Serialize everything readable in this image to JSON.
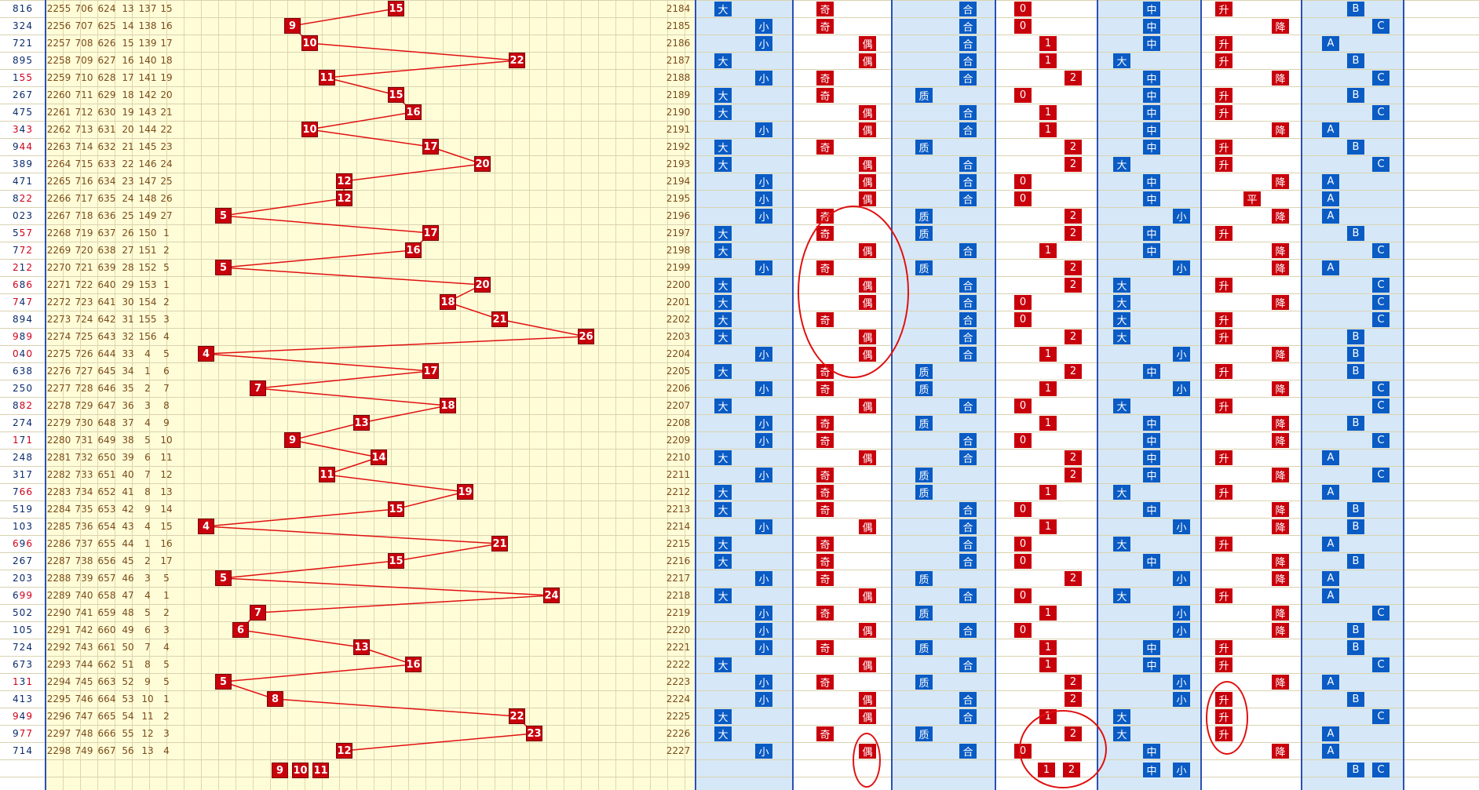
{
  "rows": [
    {
      "code": "816",
      "rc": [],
      "p": 2255,
      "a": 706,
      "b": 624,
      "c": 13,
      "d": 137,
      "e": 15,
      "ball": 15,
      "n": 2184,
      "dx": "大",
      "jo": "奇",
      "zh": "合",
      "l3": 0,
      "zdx": "中",
      "sj": "升",
      "abc": "B"
    },
    {
      "code": "324",
      "rc": [],
      "p": 2256,
      "a": 707,
      "b": 625,
      "c": 14,
      "d": 138,
      "e": 16,
      "ball": 9,
      "n": 2185,
      "dx": "小",
      "jo": "奇",
      "zh": "合",
      "l3": 0,
      "zdx": "中",
      "sj": "降",
      "abc": "C"
    },
    {
      "code": "721",
      "rc": [],
      "p": 2257,
      "a": 708,
      "b": 626,
      "c": 15,
      "d": 139,
      "e": 17,
      "ball": 10,
      "n": 2186,
      "dx": "小",
      "jo": "偶",
      "zh": "合",
      "l3": 1,
      "zdx": "中",
      "sj": "升",
      "abc": "A"
    },
    {
      "code": "895",
      "rc": [],
      "p": 2258,
      "a": 709,
      "b": 627,
      "c": 16,
      "d": 140,
      "e": 18,
      "ball": 22,
      "n": 2187,
      "dx": "大",
      "jo": "偶",
      "zh": "合",
      "l3": 1,
      "zdx": "大",
      "sj": "升",
      "abc": "B"
    },
    {
      "code": "155",
      "rc": [
        1,
        2
      ],
      "p": 2259,
      "a": 710,
      "b": 628,
      "c": 17,
      "d": 141,
      "e": 19,
      "ball": 11,
      "n": 2188,
      "dx": "小",
      "jo": "奇",
      "zh": "合",
      "l3": 2,
      "zdx": "中",
      "sj": "降",
      "abc": "C"
    },
    {
      "code": "267",
      "rc": [],
      "p": 2260,
      "a": 711,
      "b": 629,
      "c": 18,
      "d": 142,
      "e": 20,
      "ball": 15,
      "n": 2189,
      "dx": "大",
      "jo": "奇",
      "zh": "质",
      "l3": 0,
      "zdx": "中",
      "sj": "升",
      "abc": "B"
    },
    {
      "code": "475",
      "rc": [],
      "p": 2261,
      "a": 712,
      "b": 630,
      "c": 19,
      "d": 143,
      "e": 21,
      "ball": 16,
      "n": 2190,
      "dx": "大",
      "jo": "偶",
      "zh": "合",
      "l3": 1,
      "zdx": "中",
      "sj": "升",
      "abc": "C"
    },
    {
      "code": "343",
      "rc": [
        0,
        2
      ],
      "p": 2262,
      "a": 713,
      "b": 631,
      "c": 20,
      "d": 144,
      "e": 22,
      "ball": 10,
      "n": 2191,
      "dx": "小",
      "jo": "偶",
      "zh": "合",
      "l3": 1,
      "zdx": "中",
      "sj": "降",
      "abc": "A"
    },
    {
      "code": "944",
      "rc": [
        1,
        2
      ],
      "p": 2263,
      "a": 714,
      "b": 632,
      "c": 21,
      "d": 145,
      "e": 23,
      "ball": 17,
      "n": 2192,
      "dx": "大",
      "jo": "奇",
      "zh": "质",
      "l3": 2,
      "zdx": "中",
      "sj": "升",
      "abc": "B"
    },
    {
      "code": "389",
      "rc": [],
      "p": 2264,
      "a": 715,
      "b": 633,
      "c": 22,
      "d": 146,
      "e": 24,
      "ball": 20,
      "n": 2193,
      "dx": "大",
      "jo": "偶",
      "zh": "合",
      "l3": 2,
      "zdx": "大",
      "sj": "升",
      "abc": "C"
    },
    {
      "code": "471",
      "rc": [],
      "p": 2265,
      "a": 716,
      "b": 634,
      "c": 23,
      "d": 147,
      "e": 25,
      "ball": 12,
      "n": 2194,
      "dx": "小",
      "jo": "偶",
      "zh": "合",
      "l3": 0,
      "zdx": "中",
      "sj": "降",
      "abc": "A"
    },
    {
      "code": "822",
      "rc": [
        1,
        2
      ],
      "p": 2266,
      "a": 717,
      "b": 635,
      "c": 24,
      "d": 148,
      "e": 26,
      "ball": 12,
      "n": 2195,
      "dx": "小",
      "jo": "偶",
      "zh": "合",
      "l3": 0,
      "zdx": "中",
      "sj": "平",
      "abc": "A"
    },
    {
      "code": "023",
      "rc": [],
      "p": 2267,
      "a": 718,
      "b": 636,
      "c": 25,
      "d": 149,
      "e": 27,
      "ball": 5,
      "n": 2196,
      "dx": "小",
      "jo": "奇",
      "zh": "质",
      "l3": 2,
      "zdx": "小",
      "sj": "降",
      "abc": "A"
    },
    {
      "code": "557",
      "rc": [
        1,
        2
      ],
      "p": 2268,
      "a": 719,
      "b": 637,
      "c": 26,
      "d": 150,
      "e": 1,
      "ball": 17,
      "n": 2197,
      "dx": "大",
      "jo": "奇",
      "zh": "质",
      "l3": 2,
      "zdx": "中",
      "sj": "升",
      "abc": "B"
    },
    {
      "code": "772",
      "rc": [
        1,
        2
      ],
      "p": 2269,
      "a": 720,
      "b": 638,
      "c": 27,
      "d": 151,
      "e": 2,
      "ball": 16,
      "n": 2198,
      "dx": "大",
      "jo": "偶",
      "zh": "合",
      "l3": 1,
      "zdx": "中",
      "sj": "降",
      "abc": "C"
    },
    {
      "code": "212",
      "rc": [
        0,
        2
      ],
      "p": 2270,
      "a": 721,
      "b": 639,
      "c": 28,
      "d": 152,
      "e": 5,
      "ball": 5,
      "n": 2199,
      "dx": "小",
      "jo": "奇",
      "zh": "质",
      "l3": 2,
      "zdx": "小",
      "sj": "降",
      "abc": "A"
    },
    {
      "code": "686",
      "rc": [
        0,
        2
      ],
      "p": 2271,
      "a": 722,
      "b": 640,
      "c": 29,
      "d": 153,
      "e": 1,
      "ball": 20,
      "n": 2200,
      "dx": "大",
      "jo": "偶",
      "zh": "合",
      "l3": 2,
      "zdx": "大",
      "sj": "升",
      "abc": "C"
    },
    {
      "code": "747",
      "rc": [
        0,
        2
      ],
      "p": 2272,
      "a": 723,
      "b": 641,
      "c": 30,
      "d": 154,
      "e": 2,
      "ball": 18,
      "n": 2201,
      "dx": "大",
      "jo": "偶",
      "zh": "合",
      "l3": 0,
      "zdx": "大",
      "sj": "降",
      "abc": "C"
    },
    {
      "code": "894",
      "rc": [],
      "p": 2273,
      "a": 724,
      "b": 642,
      "c": 31,
      "d": 155,
      "e": 3,
      "ball": 21,
      "n": 2202,
      "dx": "大",
      "jo": "奇",
      "zh": "合",
      "l3": 0,
      "zdx": "大",
      "sj": "升",
      "abc": "C"
    },
    {
      "code": "989",
      "rc": [
        0,
        2
      ],
      "p": 2274,
      "a": 725,
      "b": 643,
      "c": 32,
      "d": 156,
      "e": 4,
      "ball": 26,
      "n": 2203,
      "dx": "大",
      "jo": "偶",
      "zh": "合",
      "l3": 2,
      "zdx": "大",
      "sj": "升",
      "abc": "B"
    },
    {
      "code": "040",
      "rc": [
        0,
        2
      ],
      "p": 2275,
      "a": 726,
      "b": 644,
      "c": 33,
      "d": 4,
      "e": 5,
      "ball": 4,
      "n": 2204,
      "dx": "小",
      "jo": "偶",
      "zh": "合",
      "l3": 1,
      "zdx": "小",
      "sj": "降",
      "abc": "B"
    },
    {
      "code": "638",
      "rc": [],
      "p": 2276,
      "a": 727,
      "b": 645,
      "c": 34,
      "d": 1,
      "e": 6,
      "ball": 17,
      "n": 2205,
      "dx": "大",
      "jo": "奇",
      "zh": "质",
      "l3": 2,
      "zdx": "中",
      "sj": "升",
      "abc": "B"
    },
    {
      "code": "250",
      "rc": [],
      "p": 2277,
      "a": 728,
      "b": 646,
      "c": 35,
      "d": 2,
      "e": 7,
      "ball": 7,
      "n": 2206,
      "dx": "小",
      "jo": "奇",
      "zh": "质",
      "l3": 1,
      "zdx": "小",
      "sj": "降",
      "abc": "C"
    },
    {
      "code": "882",
      "rc": [
        1,
        2
      ],
      "p": 2278,
      "a": 729,
      "b": 647,
      "c": 36,
      "d": 3,
      "e": 8,
      "ball": 18,
      "n": 2207,
      "dx": "大",
      "jo": "偶",
      "zh": "合",
      "l3": 0,
      "zdx": "大",
      "sj": "升",
      "abc": "C"
    },
    {
      "code": "274",
      "rc": [],
      "p": 2279,
      "a": 730,
      "b": 648,
      "c": 37,
      "d": 4,
      "e": 9,
      "ball": 13,
      "n": 2208,
      "dx": "小",
      "jo": "奇",
      "zh": "质",
      "l3": 1,
      "zdx": "中",
      "sj": "降",
      "abc": "B"
    },
    {
      "code": "171",
      "rc": [
        0,
        2
      ],
      "p": 2280,
      "a": 731,
      "b": 649,
      "c": 38,
      "d": 5,
      "e": 10,
      "ball": 9,
      "n": 2209,
      "dx": "小",
      "jo": "奇",
      "zh": "合",
      "l3": 0,
      "zdx": "中",
      "sj": "降",
      "abc": "C"
    },
    {
      "code": "248",
      "rc": [],
      "p": 2281,
      "a": 732,
      "b": 650,
      "c": 39,
      "d": 6,
      "e": 11,
      "ball": 14,
      "n": 2210,
      "dx": "大",
      "jo": "偶",
      "zh": "合",
      "l3": 2,
      "zdx": "中",
      "sj": "升",
      "abc": "A"
    },
    {
      "code": "317",
      "rc": [],
      "p": 2282,
      "a": 733,
      "b": 651,
      "c": 40,
      "d": 7,
      "e": 12,
      "ball": 11,
      "n": 2211,
      "dx": "小",
      "jo": "奇",
      "zh": "质",
      "l3": 2,
      "zdx": "中",
      "sj": "降",
      "abc": "C"
    },
    {
      "code": "766",
      "rc": [
        1,
        2
      ],
      "p": 2283,
      "a": 734,
      "b": 652,
      "c": 41,
      "d": 8,
      "e": 13,
      "ball": 19,
      "n": 2212,
      "dx": "大",
      "jo": "奇",
      "zh": "质",
      "l3": 1,
      "zdx": "大",
      "sj": "升",
      "abc": "A"
    },
    {
      "code": "519",
      "rc": [],
      "p": 2284,
      "a": 735,
      "b": 653,
      "c": 42,
      "d": 9,
      "e": 14,
      "ball": 15,
      "n": 2213,
      "dx": "大",
      "jo": "奇",
      "zh": "合",
      "l3": 0,
      "zdx": "中",
      "sj": "降",
      "abc": "B"
    },
    {
      "code": "103",
      "rc": [],
      "p": 2285,
      "a": 736,
      "b": 654,
      "c": 43,
      "d": 4,
      "e": 15,
      "ball": 4,
      "n": 2214,
      "dx": "小",
      "jo": "偶",
      "zh": "合",
      "l3": 1,
      "zdx": "小",
      "sj": "降",
      "abc": "B"
    },
    {
      "code": "696",
      "rc": [
        0,
        2
      ],
      "p": 2286,
      "a": 737,
      "b": 655,
      "c": 44,
      "d": 1,
      "e": 16,
      "ball": 21,
      "n": 2215,
      "dx": "大",
      "jo": "奇",
      "zh": "合",
      "l3": 0,
      "zdx": "大",
      "sj": "升",
      "abc": "A"
    },
    {
      "code": "267",
      "rc": [],
      "p": 2287,
      "a": 738,
      "b": 656,
      "c": 45,
      "d": 2,
      "e": 17,
      "ball": 15,
      "n": 2216,
      "dx": "大",
      "jo": "奇",
      "zh": "合",
      "l3": 0,
      "zdx": "中",
      "sj": "降",
      "abc": "B"
    },
    {
      "code": "203",
      "rc": [],
      "p": 2288,
      "a": 739,
      "b": 657,
      "c": 46,
      "d": 3,
      "e": 5,
      "ball": 5,
      "n": 2217,
      "dx": "小",
      "jo": "奇",
      "zh": "质",
      "l3": 2,
      "zdx": "小",
      "sj": "降",
      "abc": "A"
    },
    {
      "code": "699",
      "rc": [
        1,
        2
      ],
      "p": 2289,
      "a": 740,
      "b": 658,
      "c": 47,
      "d": 4,
      "e": 1,
      "ball": 24,
      "n": 2218,
      "dx": "大",
      "jo": "偶",
      "zh": "合",
      "l3": 0,
      "zdx": "大",
      "sj": "升",
      "abc": "A"
    },
    {
      "code": "502",
      "rc": [],
      "p": 2290,
      "a": 741,
      "b": 659,
      "c": 48,
      "d": 5,
      "e": 2,
      "ball": 7,
      "n": 2219,
      "dx": "小",
      "jo": "奇",
      "zh": "质",
      "l3": 1,
      "zdx": "小",
      "sj": "降",
      "abc": "C"
    },
    {
      "code": "105",
      "rc": [],
      "p": 2291,
      "a": 742,
      "b": 660,
      "c": 49,
      "d": 6,
      "e": 3,
      "ball": 6,
      "n": 2220,
      "dx": "小",
      "jo": "偶",
      "zh": "合",
      "l3": 0,
      "zdx": "小",
      "sj": "降",
      "abc": "B"
    },
    {
      "code": "724",
      "rc": [],
      "p": 2292,
      "a": 743,
      "b": 661,
      "c": 50,
      "d": 7,
      "e": 4,
      "ball": 13,
      "n": 2221,
      "dx": "小",
      "jo": "奇",
      "zh": "质",
      "l3": 1,
      "zdx": "中",
      "sj": "升",
      "abc": "B"
    },
    {
      "code": "673",
      "rc": [],
      "p": 2293,
      "a": 744,
      "b": 662,
      "c": 51,
      "d": 8,
      "e": 5,
      "ball": 16,
      "n": 2222,
      "dx": "大",
      "jo": "偶",
      "zh": "合",
      "l3": 1,
      "zdx": "中",
      "sj": "升",
      "abc": "C"
    },
    {
      "code": "131",
      "rc": [
        0,
        2
      ],
      "p": 2294,
      "a": 745,
      "b": 663,
      "c": 52,
      "d": 9,
      "e": 5,
      "ball": 5,
      "n": 2223,
      "dx": "小",
      "jo": "奇",
      "zh": "质",
      "l3": 2,
      "zdx": "小",
      "sj": "降",
      "abc": "A"
    },
    {
      "code": "413",
      "rc": [],
      "p": 2295,
      "a": 746,
      "b": 664,
      "c": 53,
      "d": 10,
      "e": 1,
      "ball": 8,
      "n": 2224,
      "dx": "小",
      "jo": "偶",
      "zh": "合",
      "l3": 2,
      "zdx": "小",
      "sj": "升",
      "abc": "B"
    },
    {
      "code": "949",
      "rc": [
        0,
        2
      ],
      "p": 2296,
      "a": 747,
      "b": 665,
      "c": 54,
      "d": 11,
      "e": 2,
      "ball": 22,
      "n": 2225,
      "dx": "大",
      "jo": "偶",
      "zh": "合",
      "l3": 1,
      "zdx": "大",
      "sj": "升",
      "abc": "C"
    },
    {
      "code": "977",
      "rc": [
        1,
        2
      ],
      "p": 2297,
      "a": 748,
      "b": 666,
      "c": 55,
      "d": 12,
      "e": 3,
      "ball": 23,
      "n": 2226,
      "dx": "大",
      "jo": "奇",
      "zh": "质",
      "l3": 2,
      "zdx": "大",
      "sj": "升",
      "abc": "A"
    },
    {
      "code": "714",
      "rc": [],
      "p": 2298,
      "a": 749,
      "b": 667,
      "c": 56,
      "d": 13,
      "e": 4,
      "ball": 12,
      "n": 2227,
      "dx": "小",
      "jo": "偶",
      "zh": "合",
      "l3": 0,
      "zdx": "中",
      "sj": "降",
      "abc": "A"
    }
  ],
  "footer": {
    "balls": [
      "9",
      "10",
      "11"
    ],
    "l3": [
      "1",
      "2"
    ],
    "zdx": [
      "中",
      "小"
    ],
    "abc": [
      "B",
      "C"
    ]
  },
  "colors": {
    "ball": "#c8000c",
    "blue_tag": "#0a5bc4",
    "grid_bg": "#fffdd8",
    "blue_bg": "#d6e8f7",
    "line": "#e01010"
  }
}
